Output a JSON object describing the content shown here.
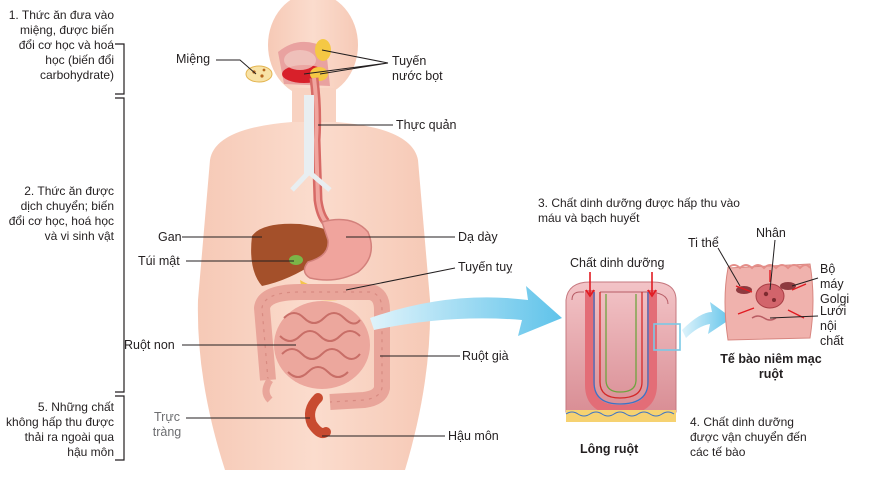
{
  "stages": {
    "s1": "1. Thức ăn đưa vào miệng, được biến đổi cơ học và hoá học (biến đổi carbohydrate)",
    "s2": "2. Thức ăn được dịch chuyển; biến đổi cơ học, hoá học và vi sinh vật",
    "s3": "3. Chất dinh dưỡng được hấp thu vào máu và bạch huyết",
    "s4": "4. Chất dinh dưỡng được vận chuyển đến các tế bào",
    "s5": "5. Những chất không hấp thu được thải ra ngoài qua hậu môn"
  },
  "organs": {
    "mieng": "Miệng",
    "tuyen_nuoc_bot": "Tuyến nước bọt",
    "thuc_quan": "Thực quản",
    "gan": "Gan",
    "da_day": "Dạ dày",
    "tui_mat": "Túi mật",
    "tuyen_tuy": "Tuyến tuỵ",
    "ruot_non": "Ruột non",
    "ruot_gia": "Ruột già",
    "truc_trang": "Trực tràng",
    "hau_mon": "Hậu môn"
  },
  "villus": {
    "chat_dinh_duong": "Chất dinh dưỡng",
    "title": "Lông ruột"
  },
  "cell": {
    "ti_the": "Ti thể",
    "nhan": "Nhân",
    "golgi": "Bộ máy Golgi",
    "luoi_noi_chat": "Lưới nội chất",
    "title": "Tế bào niêm mạc ruột"
  }
}
